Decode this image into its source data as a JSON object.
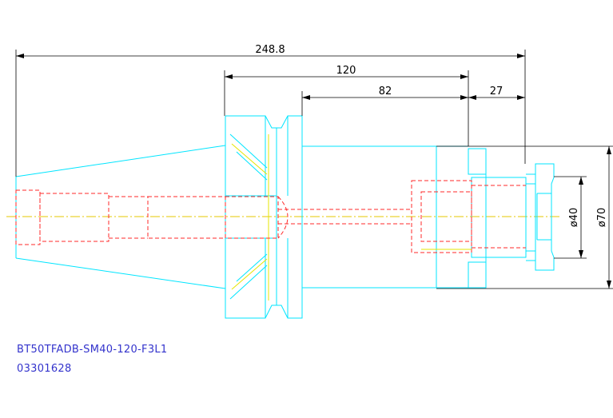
{
  "dimensions": {
    "overall_length": "248.8",
    "flange_to_end": "120",
    "bore_depth": "82",
    "nut_length": "27",
    "nut_diameter": "ø40",
    "body_diameter": "ø70"
  },
  "title_block": {
    "part_number": "BT50TFADB-SM40-120-F3L1",
    "serial": "03301628"
  },
  "colors": {
    "outline": "#00e5ff",
    "hidden_lines": "#ff2a2a",
    "centerline": "#e6c800",
    "dimension": "#000000",
    "label_text": "#3333cc"
  }
}
